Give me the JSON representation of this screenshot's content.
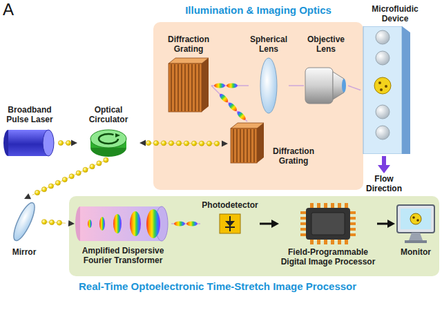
{
  "diagram": {
    "nodes": [
      {
        "text": [
          "Broadband Pulse Laser"
        ]
      },
      {
        "text": [
          "Optical Circulator"
        ]
      },
      {
        "text": [
          "Illumination & Imaging Optics"
        ]
      },
      {
        "text": [
          "Diffraction Grating"
        ],
        "in": 2
      },
      {
        "text": [
          "Spherical Lens"
        ],
        "in": 2
      },
      {
        "text": [
          "Objective Lens"
        ],
        "in": 2
      },
      {
        "text": [
          "Diffraction Grating"
        ],
        "in": 2
      },
      {
        "text": [
          "Microfluidic Device"
        ]
      },
      {
        "text": [
          "Mirror"
        ]
      },
      {
        "text": [
          "Real-Time Optoelectronic Time-Stretch Image Processor"
        ]
      },
      {
        "text": [
          "Amplified Dispersive Fourier Transformer"
        ],
        "in": 9
      },
      {
        "text": [
          "Photodetector"
        ],
        "in": 9
      },
      {
        "text": [
          "Field-Programmable Digital Image Processor"
        ],
        "in": 9
      },
      {
        "text": [
          "Monitor"
        ]
      }
    ],
    "edges": [
      {
        "from": 0,
        "to": 1,
        "arrow": "to"
      },
      {
        "from": 1,
        "to": 6,
        "arrow": "both"
      },
      {
        "from": 6,
        "to": 3,
        "arrow": "none"
      },
      {
        "from": 3,
        "to": 4,
        "arrow": "none"
      },
      {
        "from": 4,
        "to": 5,
        "arrow": "none"
      },
      {
        "from": 5,
        "to": 7,
        "arrow": "none"
      },
      {
        "from": 1,
        "to": 8,
        "arrow": "to"
      },
      {
        "from": 8,
        "to": 10,
        "arrow": "to"
      },
      {
        "from": 10,
        "to": 11,
        "arrow": "none"
      },
      {
        "from": 11,
        "to": 12,
        "arrow": "to"
      },
      {
        "from": 12,
        "to": 13,
        "arrow": "to"
      }
    ],
    "labels": [
      "A",
      "Flow Direction"
    ]
  }
}
